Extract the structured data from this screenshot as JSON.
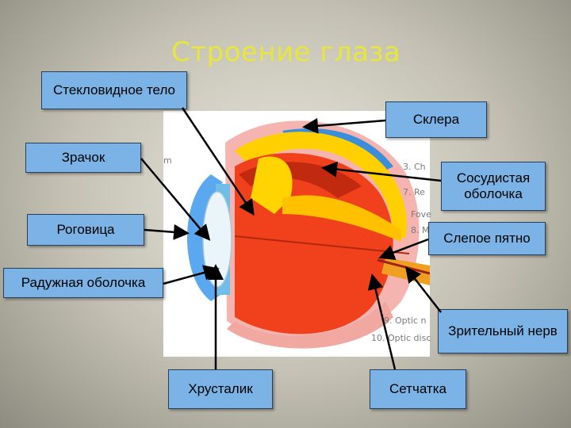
{
  "title": "Строение глаза",
  "labels": {
    "vitreous": "Стекловидное тело",
    "sclera": "Склера",
    "pupil": "Зрачок",
    "choroid": "Сосудистая оболочка",
    "cornea": "Роговица",
    "blind_spot": "Слепое пятно",
    "iris": "Радужная оболочка",
    "optic_nerve": "Зрительный нерв",
    "lens": "Хрусталик",
    "retina": "Сетчатка"
  },
  "image_captions": {
    "m": "m",
    "choroid_num": "3. Ch",
    "retina_num": "7. Re",
    "fovea": "Fove",
    "macula": "8. M",
    "optic_nerve_num": "9. Optic n",
    "optic_disc": "10. Optic disc"
  },
  "colors": {
    "title": "#e8e63a",
    "label_bg": "#7cb3e6",
    "vitreous": "#f03a1a",
    "choroid": "#ffd400",
    "sclera": "#f4a0a0",
    "cornea": "#5aa8f0",
    "lens": "#e8f4fb"
  }
}
